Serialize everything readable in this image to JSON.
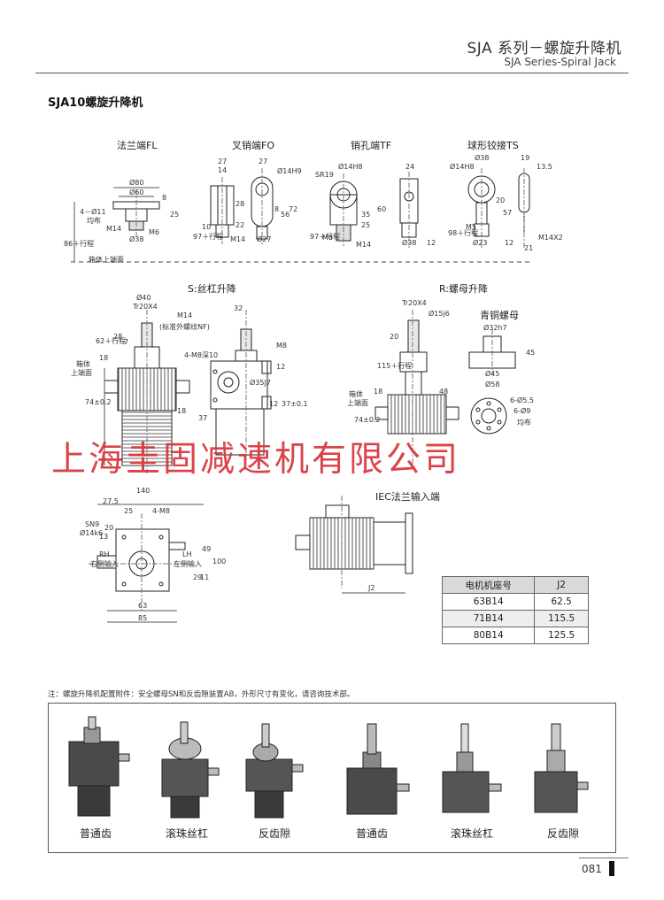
{
  "header": {
    "title": "SJA 系列－螺旋升降机",
    "subtitle": "SJA Series-Spiral Jack"
  },
  "model_title": "SJA10螺旋升降机",
  "end_types": [
    {
      "label": "法兰端FL"
    },
    {
      "label": "叉销端FO"
    },
    {
      "label": "销孔端TF"
    },
    {
      "label": "球形铰接TS"
    }
  ],
  "end_dims": {
    "fl": {
      "d80": "Ø80",
      "d60": "Ø60",
      "holes": "4－Ø11",
      "holes2": "均布",
      "m14": "M14",
      "d38": "Ø38",
      "m6": "M6",
      "n8": "8",
      "n25": "25",
      "stroke": "86＋行程"
    },
    "fo": {
      "n27a": "27",
      "n14": "14",
      "n27b": "27",
      "d14h9": "Ø14H9",
      "n28": "28",
      "n56": "56",
      "n72": "72",
      "n10": "10",
      "n22": "22",
      "n8": "8",
      "stroke": "97＋行程",
      "m14": "M14",
      "d27": "Ø27"
    },
    "tf": {
      "d14h8": "Ø14H8",
      "sr19": "SR19",
      "n24": "24",
      "n35": "35",
      "n60": "60",
      "n25": "25",
      "m6": "M6",
      "m14": "M14",
      "d38": "Ø38",
      "n12": "12",
      "stroke": "97＋行程"
    },
    "ts": {
      "d14h8": "Ø14H8",
      "d38": "Ø38",
      "n19": "19",
      "n135": "13.5",
      "n20": "20",
      "n57": "57",
      "m5": "M5",
      "n12": "12",
      "d23": "Ø23",
      "n21": "21",
      "m14x2": "M14X2",
      "stroke": "98＋行程"
    }
  },
  "housing_label": "箱体上端面",
  "s_section": {
    "title": "S:丝杠升降",
    "d40": "Ø40",
    "tr": "Tr20X4",
    "m14": "M14",
    "m14_note": "(标准外螺纹NF)",
    "n32": "32",
    "n28": "28",
    "n7": "7",
    "stroke": "62＋行程",
    "box": "箱体",
    "box2": "上端面",
    "n18": "18",
    "holes": "4-M8深10",
    "m8": "M8",
    "d35j7": "Ø35J7",
    "n12": "12",
    "n74": "74±0.2",
    "n37": "37",
    "n18b": "18",
    "n37b": "37±0.1",
    "n12b": "12"
  },
  "r_section": {
    "title": "R:螺母升降",
    "tr": "Tr20X4",
    "d15": "Ø15j6",
    "nut_title": "青铜螺母",
    "d32h7": "Ø32h7",
    "n20": "20",
    "stroke": "115＋行程",
    "n45": "45",
    "d45": "Ø45",
    "d58": "Ø58",
    "n48": "48",
    "box": "箱体",
    "box2": "上端面",
    "n18": "18",
    "n74": "74±0.2",
    "holes1": "6-Ø5.5",
    "holes2": "6-Ø9",
    "holes3": "均布"
  },
  "bottom_dims": {
    "n140": "140",
    "n275": "27.5",
    "n25": "25",
    "holes": "4-M8",
    "d14k6": "Ø14k6",
    "sn": "SN9",
    "n20": "20",
    "n13": "13",
    "rh": "RH",
    "rh2": "右侧输入",
    "lh": "LH",
    "lh2": "左侧输入",
    "n49": "49",
    "n100": "100",
    "n11": "11",
    "n29": "29",
    "n63": "63",
    "n85": "85"
  },
  "iec": {
    "title": "IEC法兰输入端",
    "j2": "J2"
  },
  "motor_table": {
    "headers": [
      "电机机座号",
      "J2"
    ],
    "rows": [
      [
        "63B14",
        "62.5"
      ],
      [
        "71B14",
        "115.5"
      ],
      [
        "80B14",
        "125.5"
      ]
    ]
  },
  "watermark": "上海圭固减速机有限公司",
  "note": "注：螺旋升降机配置附件：安全螺母SN和反齿隙装置AB，外形尺寸有变化，请咨询技术部。",
  "photos": [
    {
      "caption": "普通齿"
    },
    {
      "caption": "滚珠丝杠"
    },
    {
      "caption": "反齿隙"
    },
    {
      "caption": "普通齿"
    },
    {
      "caption": "滚珠丝杠"
    },
    {
      "caption": "反齿隙"
    }
  ],
  "page_number": "081"
}
